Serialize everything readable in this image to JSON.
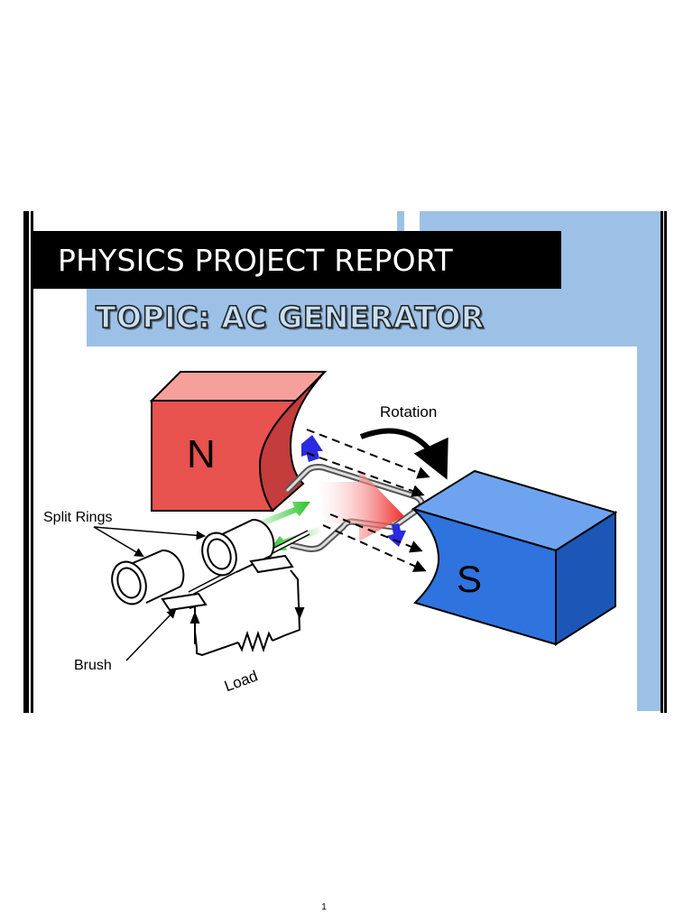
{
  "report": {
    "title": "PHYSICS PROJECT REPORT",
    "topic": "TOPIC: AC GENERATOR"
  },
  "diagram": {
    "north_label": "N",
    "south_label": "S",
    "rotation_label": "Rotation",
    "split_rings_label": "Split Rings",
    "brush_label": "Brush",
    "load_label": "Load",
    "colors": {
      "north_magnet": "#e8524f",
      "south_magnet": "#2f73de",
      "panel_blue": "#9dc1e6",
      "current_arrow": "#3cc43c",
      "force_arrow": "#2a2ae0"
    }
  },
  "footer": {
    "page_number": "1"
  }
}
